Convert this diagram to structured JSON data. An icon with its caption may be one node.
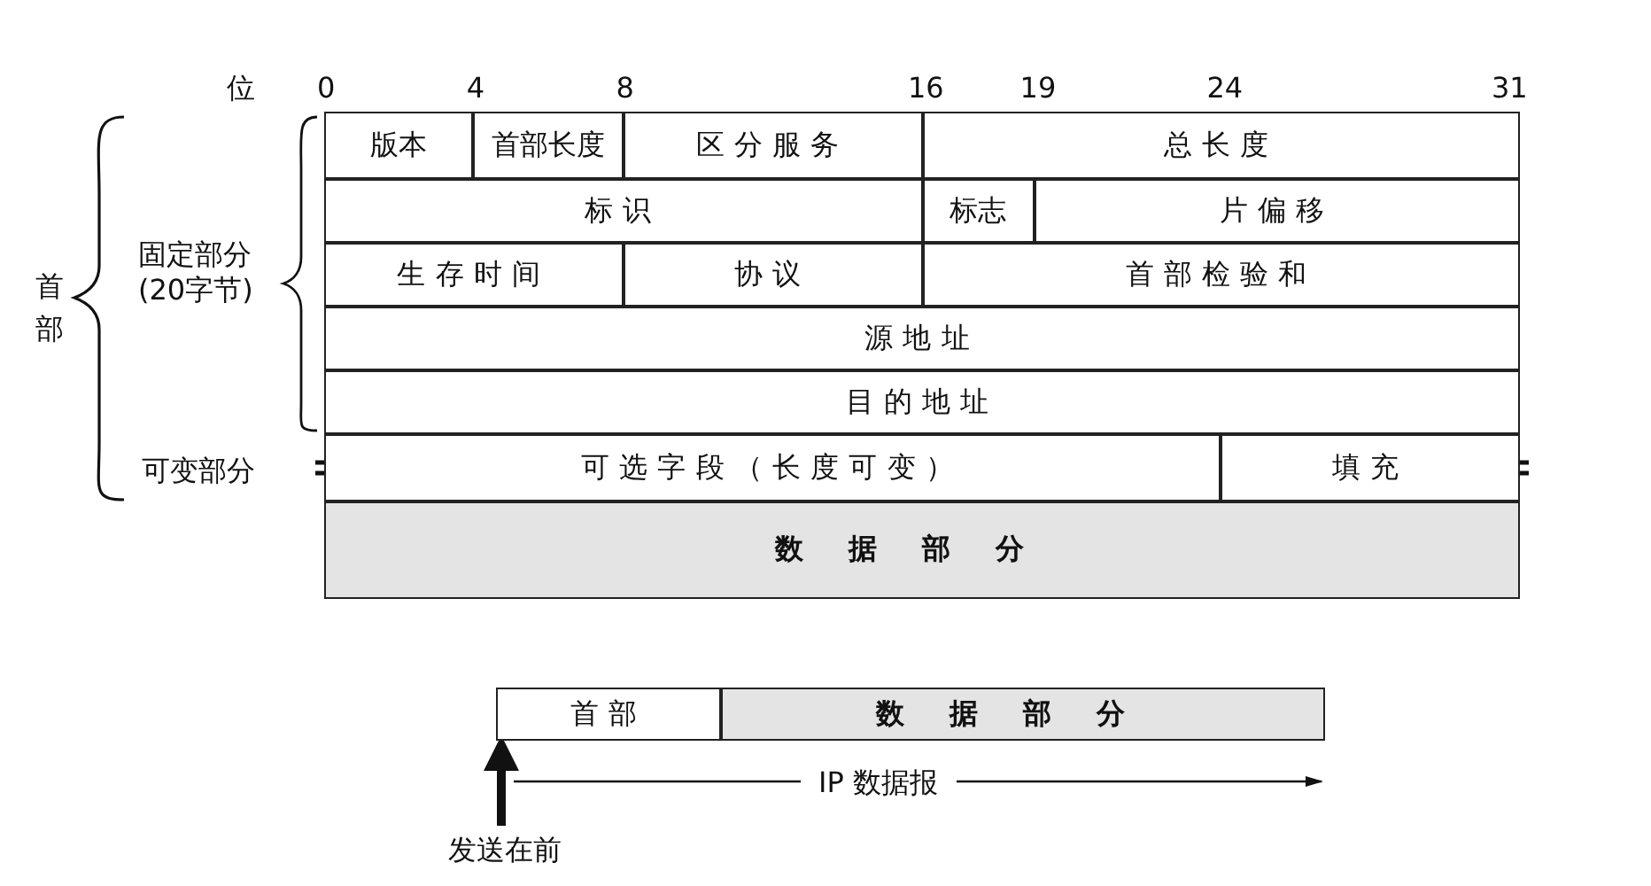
{
  "diagram": {
    "nodes": [
      {
        "text": [
          "版本"
        ]
      },
      {
        "text": [
          "首部长度"
        ]
      },
      {
        "text": [
          "区分服务"
        ]
      },
      {
        "text": [
          "总长度"
        ]
      },
      {
        "text": [
          "标识"
        ]
      },
      {
        "text": [
          "标志"
        ]
      },
      {
        "text": [
          "片偏移"
        ]
      },
      {
        "text": [
          "生存时间"
        ]
      },
      {
        "text": [
          "协议"
        ]
      },
      {
        "text": [
          "首部检验和"
        ]
      },
      {
        "text": [
          "源地址"
        ]
      },
      {
        "text": [
          "目的地址"
        ]
      },
      {
        "text": [
          "可选字段（长度可变）"
        ]
      },
      {
        "text": [
          "填充"
        ]
      },
      {
        "text": [
          "数据部分"
        ]
      },
      {
        "text": [
          "首部"
        ]
      },
      {
        "text": [
          "数据部分"
        ]
      },
      {
        "text": [
          "发送在前"
        ]
      }
    ],
    "edges": [
      {
        "from": 17,
        "to": 15,
        "arrow": "to"
      }
    ],
    "labels": [
      "位",
      "0",
      "4",
      "8",
      "16",
      "19",
      "24",
      "31",
      "首部",
      "固定部分(20字节)",
      "可变部分",
      "IP 数据报"
    ]
  }
}
